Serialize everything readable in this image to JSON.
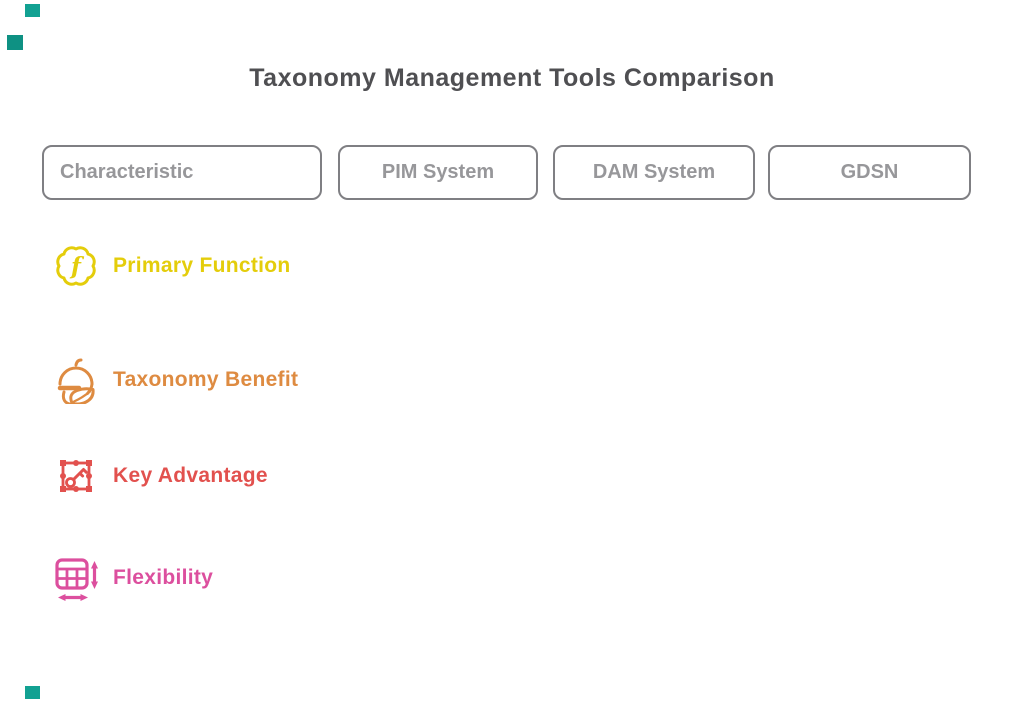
{
  "title": "Taxonomy Management Tools Comparison",
  "header": {
    "columns": [
      {
        "label": "Characteristic"
      },
      {
        "label": "PIM System"
      },
      {
        "label": "DAM System"
      },
      {
        "label": "GDSN"
      }
    ]
  },
  "rows": [
    {
      "label": "Primary Function",
      "icon": "function-badge-icon",
      "color": "#E4CD0B"
    },
    {
      "label": "Taxonomy Benefit",
      "icon": "acorn-leaf-icon",
      "color": "#DE8B41"
    },
    {
      "label": "Key Advantage",
      "icon": "key-selection-frame-icon",
      "color": "#E2514E"
    },
    {
      "label": "Flexibility",
      "icon": "resizable-table-icon",
      "color": "#DC4F9E"
    }
  ],
  "colors": {
    "title": "#4F4F52",
    "header_border": "#7F7F83",
    "header_text": "#97979A",
    "row_yellow": "#E4CD0B",
    "row_orange": "#DE8B41",
    "row_red": "#E2514E",
    "row_pink": "#DC4F9E",
    "artifact_teal": "#12A192",
    "background": "#FFFFFF"
  }
}
